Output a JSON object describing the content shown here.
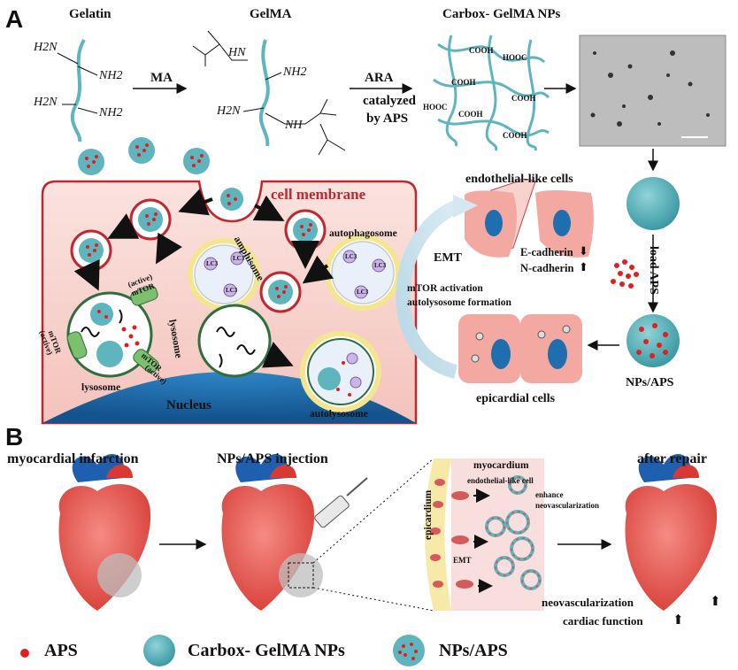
{
  "panelA": {
    "label": "A",
    "gelatin": {
      "title": "Gelatin",
      "nh2": "NH2",
      "h2n": "H2N"
    },
    "gelma": {
      "title": "GelMA",
      "hn": "HN",
      "nh": "NH",
      "nh2": "NH2",
      "h2n": "H2N"
    },
    "ma_label": "MA",
    "ara_label": "ARA",
    "catalyzed": "catalyzed",
    "by_aps": "by APS",
    "carbox_title": "Carbox- GelMA NPs",
    "cooh": "COOH",
    "hooc": "HOOC",
    "cell_membrane": "cell membrane",
    "autophagosome": "autophagosome",
    "amphisome": "amphisome",
    "lysosome": "lysosome",
    "nucleus": "Nucleus",
    "autolysosome": "autolysosome",
    "mtor_active": "mTOR",
    "active": "(active)",
    "lc3": "LC3",
    "endothelial_cells": "endothelial-like cells",
    "emt": "EMT",
    "e_cadherin": "E-cadherin",
    "n_cadherin": "N-cadherin",
    "mtor_activation": "mTOR activation",
    "autolysosome_formation": "autolysosome formation",
    "epicardial_cells": "epicardial cells",
    "load_aps": "load APS",
    "nps_aps": "NPs/APS",
    "down_arrow": "⬇",
    "up_arrow": "⬆"
  },
  "panelB": {
    "label": "B",
    "mi": "myocardial infarction",
    "injection": "NPs/APS injection",
    "after_repair": "after repair",
    "myocardium": "myocardium",
    "endothelial_like_cell": "endothelial-like cell",
    "enhance": "enhance",
    "neovascularization": "neovascularization",
    "epicardium": "epicardium",
    "emt": "EMT",
    "neovascularization2": "neovascularization",
    "cardiac_function": "cardiac function",
    "up_arrow": "⬆"
  },
  "legend": {
    "aps": "APS",
    "carbox": "Carbox- GelMA NPs",
    "nps_aps": "NPs/APS"
  },
  "colors": {
    "teal": "#5fb5bd",
    "red": "#e01f1f",
    "pink_cell": "#f8cfc9",
    "nucleus_blue": "#1f6fb0",
    "heart_red": "#e4574f"
  }
}
